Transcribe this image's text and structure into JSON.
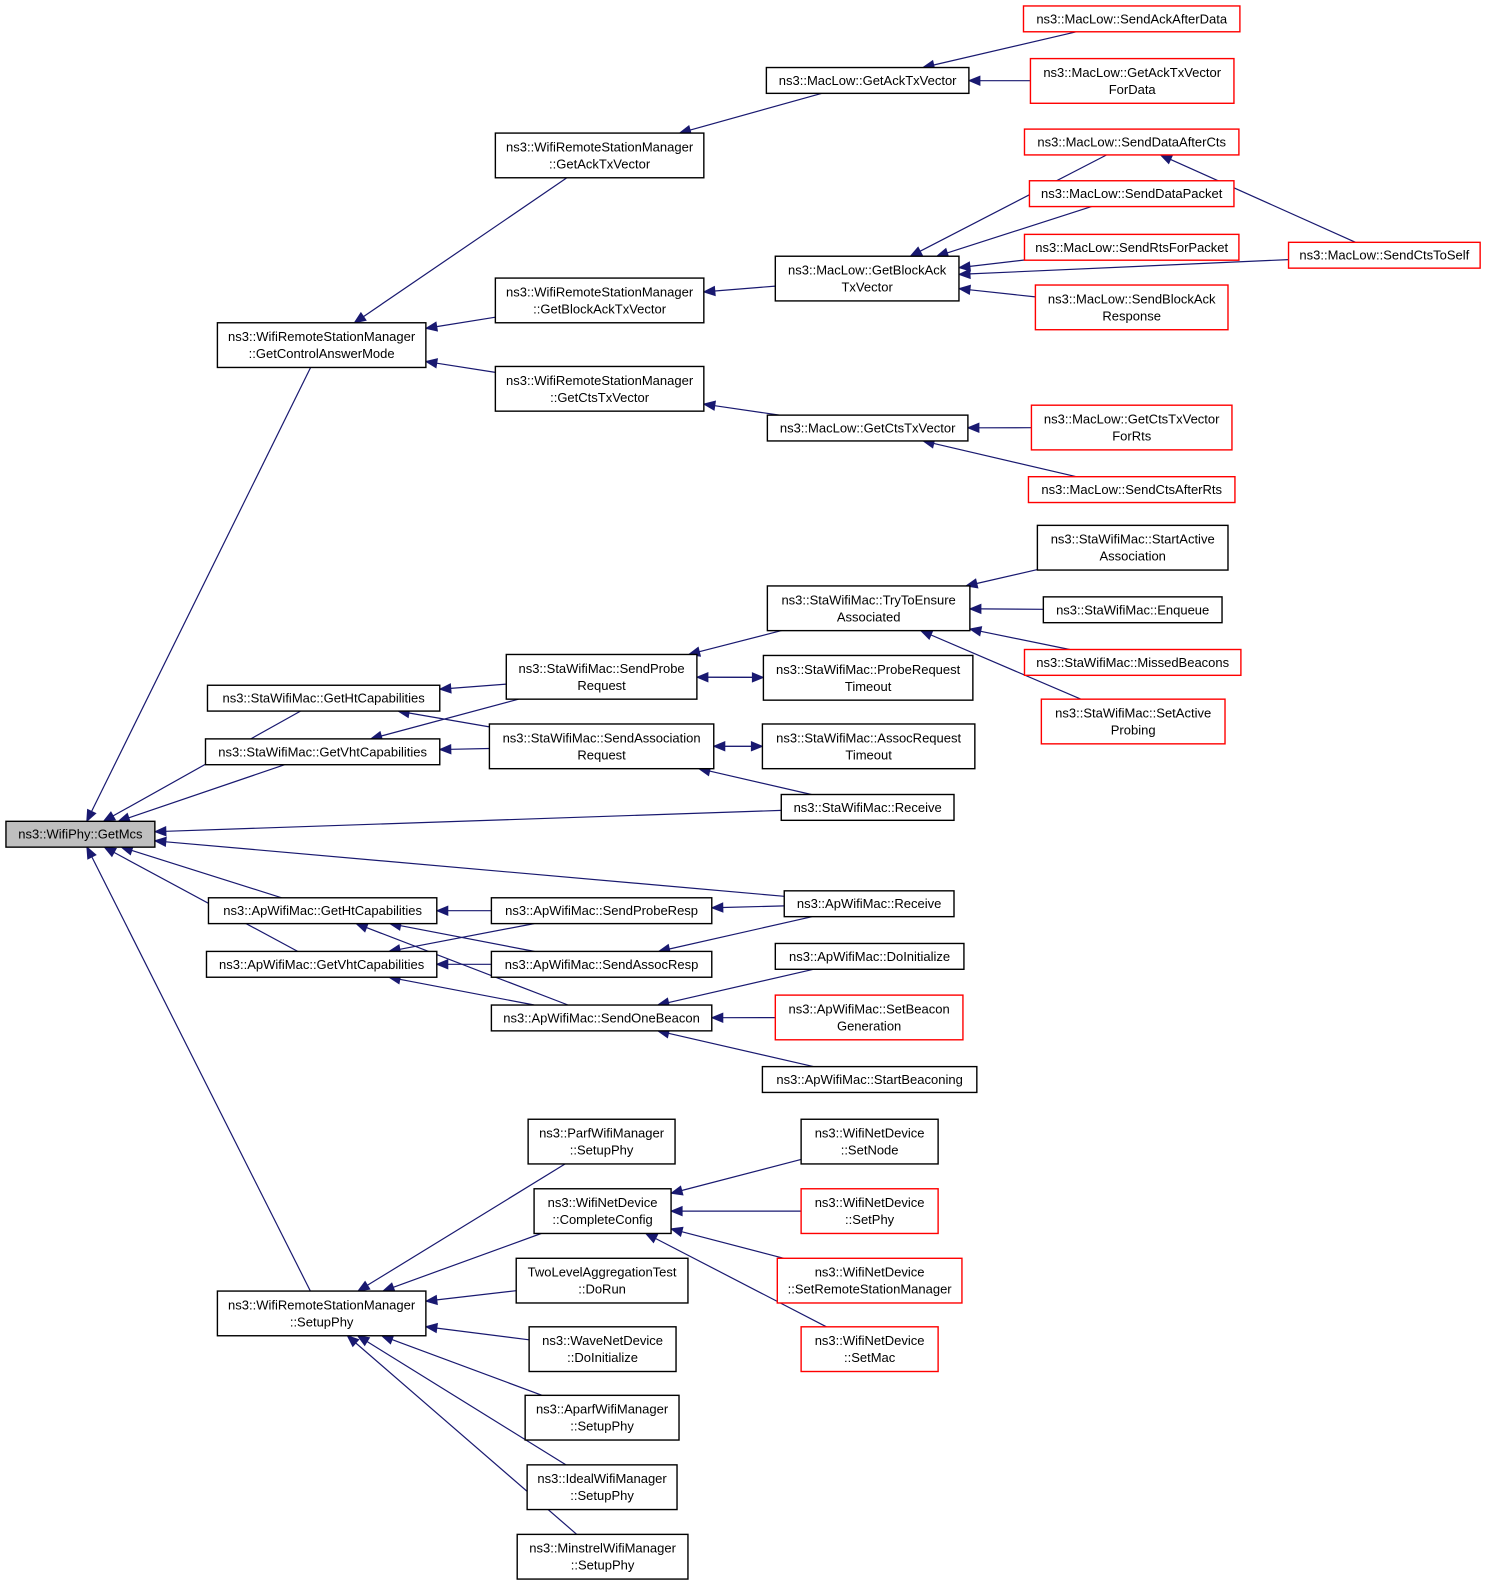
{
  "colors": {
    "edge": "#191970",
    "node_border": "#000000",
    "truncated_border": "#ff0000",
    "root_fill": "#bfbfbf"
  },
  "nodes": {
    "getmcs": {
      "lines": [
        "ns3::WifiPhy::GetMcs"
      ],
      "root": true
    },
    "wrsm_getcontrolanswermode": {
      "lines": [
        "ns3::WifiRemoteStationManager",
        "::GetControlAnswerMode"
      ]
    },
    "wrsm_getacktxvector": {
      "lines": [
        "ns3::WifiRemoteStationManager",
        "::GetAckTxVector"
      ]
    },
    "wrsm_getblockacktxvector": {
      "lines": [
        "ns3::WifiRemoteStationManager",
        "::GetBlockAckTxVector"
      ]
    },
    "wrsm_getctstxvector": {
      "lines": [
        "ns3::WifiRemoteStationManager",
        "::GetCtsTxVector"
      ]
    },
    "maclow_getacktxvector": {
      "lines": [
        "ns3::MacLow::GetAckTxVector"
      ]
    },
    "maclow_getblockacktxvector": {
      "lines": [
        "ns3::MacLow::GetBlockAck",
        "TxVector"
      ]
    },
    "maclow_getctstxvector": {
      "lines": [
        "ns3::MacLow::GetCtsTxVector"
      ]
    },
    "maclow_sendackafterdata": {
      "lines": [
        "ns3::MacLow::SendAckAfterData"
      ],
      "truncated": true
    },
    "maclow_getacktxvectorfordata": {
      "lines": [
        "ns3::MacLow::GetAckTxVector",
        "ForData"
      ],
      "truncated": true
    },
    "maclow_senddataaftercts": {
      "lines": [
        "ns3::MacLow::SendDataAfterCts"
      ],
      "truncated": true
    },
    "maclow_senddatapacket": {
      "lines": [
        "ns3::MacLow::SendDataPacket"
      ],
      "truncated": true
    },
    "maclow_sendrtsforpacket": {
      "lines": [
        "ns3::MacLow::SendRtsForPacket"
      ],
      "truncated": true
    },
    "maclow_sendblockackresponse": {
      "lines": [
        "ns3::MacLow::SendBlockAck",
        "Response"
      ],
      "truncated": true
    },
    "maclow_sendctstoself": {
      "lines": [
        "ns3::MacLow::SendCtsToSelf"
      ],
      "truncated": true
    },
    "maclow_getctstxvectorforrts": {
      "lines": [
        "ns3::MacLow::GetCtsTxVector",
        "ForRts"
      ],
      "truncated": true
    },
    "maclow_sendctsafterrts": {
      "lines": [
        "ns3::MacLow::SendCtsAfterRts"
      ],
      "truncated": true
    },
    "sta_gethtcapabilities": {
      "lines": [
        "ns3::StaWifiMac::GetHtCapabilities"
      ]
    },
    "sta_getvhtcapabilities": {
      "lines": [
        "ns3::StaWifiMac::GetVhtCapabilities"
      ]
    },
    "sta_sendproberequest": {
      "lines": [
        "ns3::StaWifiMac::SendProbe",
        "Request"
      ]
    },
    "sta_sendassociationrequest": {
      "lines": [
        "ns3::StaWifiMac::SendAssociation",
        "Request"
      ]
    },
    "sta_trytoensureassociated": {
      "lines": [
        "ns3::StaWifiMac::TryToEnsure",
        "Associated"
      ]
    },
    "sta_proberequesttimeout": {
      "lines": [
        "ns3::StaWifiMac::ProbeRequest",
        "Timeout"
      ]
    },
    "sta_assocrequesttimeout": {
      "lines": [
        "ns3::StaWifiMac::AssocRequest",
        "Timeout"
      ]
    },
    "sta_receive": {
      "lines": [
        "ns3::StaWifiMac::Receive"
      ]
    },
    "sta_startactiveassociation": {
      "lines": [
        "ns3::StaWifiMac::StartActive",
        "Association"
      ]
    },
    "sta_enqueue": {
      "lines": [
        "ns3::StaWifiMac::Enqueue"
      ]
    },
    "sta_missedbeacons": {
      "lines": [
        "ns3::StaWifiMac::MissedBeacons"
      ],
      "truncated": true
    },
    "sta_setactiveprobing": {
      "lines": [
        "ns3::StaWifiMac::SetActive",
        "Probing"
      ],
      "truncated": true
    },
    "ap_gethtcapabilities": {
      "lines": [
        "ns3::ApWifiMac::GetHtCapabilities"
      ]
    },
    "ap_getvhtcapabilities": {
      "lines": [
        "ns3::ApWifiMac::GetVhtCapabilities"
      ]
    },
    "ap_sendproberesp": {
      "lines": [
        "ns3::ApWifiMac::SendProbeResp"
      ]
    },
    "ap_sendassocresp": {
      "lines": [
        "ns3::ApWifiMac::SendAssocResp"
      ]
    },
    "ap_sendonebeacon": {
      "lines": [
        "ns3::ApWifiMac::SendOneBeacon"
      ]
    },
    "ap_receive": {
      "lines": [
        "ns3::ApWifiMac::Receive"
      ]
    },
    "ap_doinitialize": {
      "lines": [
        "ns3::ApWifiMac::DoInitialize"
      ]
    },
    "ap_setbeacongeneration": {
      "lines": [
        "ns3::ApWifiMac::SetBeacon",
        "Generation"
      ],
      "truncated": true
    },
    "ap_startbeaconing": {
      "lines": [
        "ns3::ApWifiMac::StartBeaconing"
      ]
    },
    "wrsm_setupphy": {
      "lines": [
        "ns3::WifiRemoteStationManager",
        "::SetupPhy"
      ]
    },
    "parf_setupphy": {
      "lines": [
        "ns3::ParfWifiManager",
        "::SetupPhy"
      ]
    },
    "wnd_completeconfig": {
      "lines": [
        "ns3::WifiNetDevice",
        "::CompleteConfig"
      ]
    },
    "tla_dorun": {
      "lines": [
        "TwoLevelAggregationTest",
        "::DoRun"
      ]
    },
    "wave_doinitialize": {
      "lines": [
        "ns3::WaveNetDevice",
        "::DoInitialize"
      ]
    },
    "aparf_setupphy": {
      "lines": [
        "ns3::AparfWifiManager",
        "::SetupPhy"
      ]
    },
    "ideal_setupphy": {
      "lines": [
        "ns3::IdealWifiManager",
        "::SetupPhy"
      ]
    },
    "minstrel_setupphy": {
      "lines": [
        "ns3::MinstrelWifiManager",
        "::SetupPhy"
      ]
    },
    "wnd_setnode": {
      "lines": [
        "ns3::WifiNetDevice",
        "::SetNode"
      ]
    },
    "wnd_setphy": {
      "lines": [
        "ns3::WifiNetDevice",
        "::SetPhy"
      ],
      "truncated": true
    },
    "wnd_setremotestationmanager": {
      "lines": [
        "ns3::WifiNetDevice",
        "::SetRemoteStationManager"
      ],
      "truncated": true
    },
    "wnd_setmac": {
      "lines": [
        "ns3::WifiNetDevice",
        "::SetMac"
      ],
      "truncated": true
    }
  },
  "edges": [
    [
      "wrsm_getcontrolanswermode",
      "getmcs"
    ],
    [
      "sta_gethtcapabilities",
      "getmcs"
    ],
    [
      "sta_getvhtcapabilities",
      "getmcs"
    ],
    [
      "sta_receive",
      "getmcs"
    ],
    [
      "ap_receive",
      "getmcs"
    ],
    [
      "ap_gethtcapabilities",
      "getmcs"
    ],
    [
      "ap_getvhtcapabilities",
      "getmcs"
    ],
    [
      "wrsm_setupphy",
      "getmcs"
    ],
    [
      "wrsm_getacktxvector",
      "wrsm_getcontrolanswermode"
    ],
    [
      "wrsm_getblockacktxvector",
      "wrsm_getcontrolanswermode"
    ],
    [
      "wrsm_getctstxvector",
      "wrsm_getcontrolanswermode"
    ],
    [
      "maclow_getacktxvector",
      "wrsm_getacktxvector"
    ],
    [
      "maclow_sendackafterdata",
      "maclow_getacktxvector"
    ],
    [
      "maclow_getacktxvectorfordata",
      "maclow_getacktxvector"
    ],
    [
      "maclow_getblockacktxvector",
      "wrsm_getblockacktxvector"
    ],
    [
      "maclow_senddataaftercts",
      "maclow_getblockacktxvector"
    ],
    [
      "maclow_senddatapacket",
      "maclow_getblockacktxvector"
    ],
    [
      "maclow_sendrtsforpacket",
      "maclow_getblockacktxvector"
    ],
    [
      "maclow_sendblockackresponse",
      "maclow_getblockacktxvector"
    ],
    [
      "maclow_sendctstoself",
      "maclow_getblockacktxvector"
    ],
    [
      "maclow_sendctstoself",
      "maclow_senddataaftercts"
    ],
    [
      "maclow_getctstxvector",
      "wrsm_getctstxvector"
    ],
    [
      "maclow_getctstxvectorforrts",
      "maclow_getctstxvector"
    ],
    [
      "maclow_sendctsafterrts",
      "maclow_getctstxvector"
    ],
    [
      "sta_sendproberequest",
      "sta_gethtcapabilities"
    ],
    [
      "sta_sendassociationrequest",
      "sta_gethtcapabilities"
    ],
    [
      "sta_sendproberequest",
      "sta_getvhtcapabilities"
    ],
    [
      "sta_sendassociationrequest",
      "sta_getvhtcapabilities"
    ],
    [
      "sta_trytoensureassociated",
      "sta_sendproberequest"
    ],
    [
      "sta_proberequesttimeout",
      "sta_sendproberequest"
    ],
    [
      "sta_sendproberequest",
      "sta_proberequesttimeout"
    ],
    [
      "sta_assocrequesttimeout",
      "sta_sendassociationrequest"
    ],
    [
      "sta_sendassociationrequest",
      "sta_assocrequesttimeout"
    ],
    [
      "sta_receive",
      "sta_sendassociationrequest"
    ],
    [
      "sta_startactiveassociation",
      "sta_trytoensureassociated"
    ],
    [
      "sta_enqueue",
      "sta_trytoensureassociated"
    ],
    [
      "sta_missedbeacons",
      "sta_trytoensureassociated"
    ],
    [
      "sta_setactiveprobing",
      "sta_trytoensureassociated"
    ],
    [
      "ap_sendproberesp",
      "ap_gethtcapabilities"
    ],
    [
      "ap_sendassocresp",
      "ap_gethtcapabilities"
    ],
    [
      "ap_sendonebeacon",
      "ap_gethtcapabilities"
    ],
    [
      "ap_sendproberesp",
      "ap_getvhtcapabilities"
    ],
    [
      "ap_sendassocresp",
      "ap_getvhtcapabilities"
    ],
    [
      "ap_sendonebeacon",
      "ap_getvhtcapabilities"
    ],
    [
      "ap_receive",
      "ap_sendproberesp"
    ],
    [
      "ap_receive",
      "ap_sendassocresp"
    ],
    [
      "ap_doinitialize",
      "ap_sendonebeacon"
    ],
    [
      "ap_setbeacongeneration",
      "ap_sendonebeacon"
    ],
    [
      "ap_startbeaconing",
      "ap_sendonebeacon"
    ],
    [
      "parf_setupphy",
      "wrsm_setupphy"
    ],
    [
      "wnd_completeconfig",
      "wrsm_setupphy"
    ],
    [
      "tla_dorun",
      "wrsm_setupphy"
    ],
    [
      "wave_doinitialize",
      "wrsm_setupphy"
    ],
    [
      "aparf_setupphy",
      "wrsm_setupphy"
    ],
    [
      "ideal_setupphy",
      "wrsm_setupphy"
    ],
    [
      "minstrel_setupphy",
      "wrsm_setupphy"
    ],
    [
      "wnd_setnode",
      "wnd_completeconfig"
    ],
    [
      "wnd_setphy",
      "wnd_completeconfig"
    ],
    [
      "wnd_setremotestationmanager",
      "wnd_completeconfig"
    ],
    [
      "wnd_setmac",
      "wnd_completeconfig"
    ]
  ]
}
